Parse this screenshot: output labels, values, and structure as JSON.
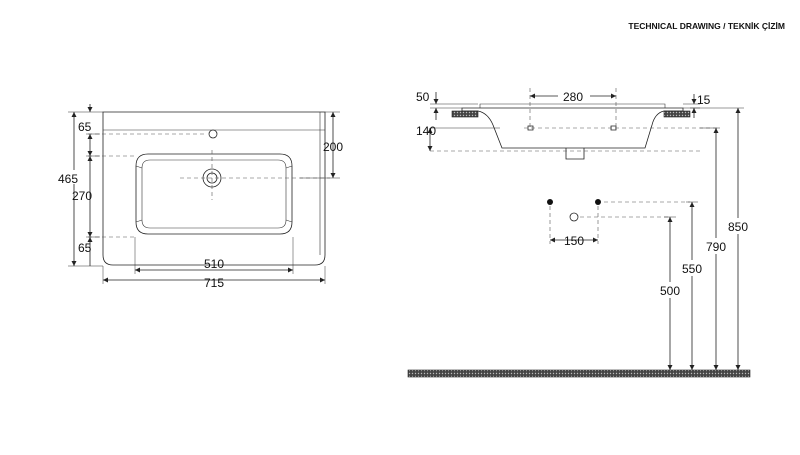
{
  "header": {
    "title": "TECHNICAL DRAWING / TEKNİK ÇİZİM"
  },
  "plan_view": {
    "depth_dims": {
      "top": "65",
      "middle": "270",
      "bottom": "65",
      "total": "465"
    },
    "right_dim": "200",
    "width_dims": {
      "bowl": "510",
      "total": "715"
    }
  },
  "side_view": {
    "top_dims": {
      "left_thickness": "50",
      "hole_spacing": "280",
      "right_thickness": "15"
    },
    "left_dim": "140"
  },
  "wall_view": {
    "hole_spacing": "150",
    "heights": [
      "500",
      "550",
      "790",
      "850"
    ]
  },
  "colors": {
    "line": "#222222",
    "floor": "#333333"
  }
}
